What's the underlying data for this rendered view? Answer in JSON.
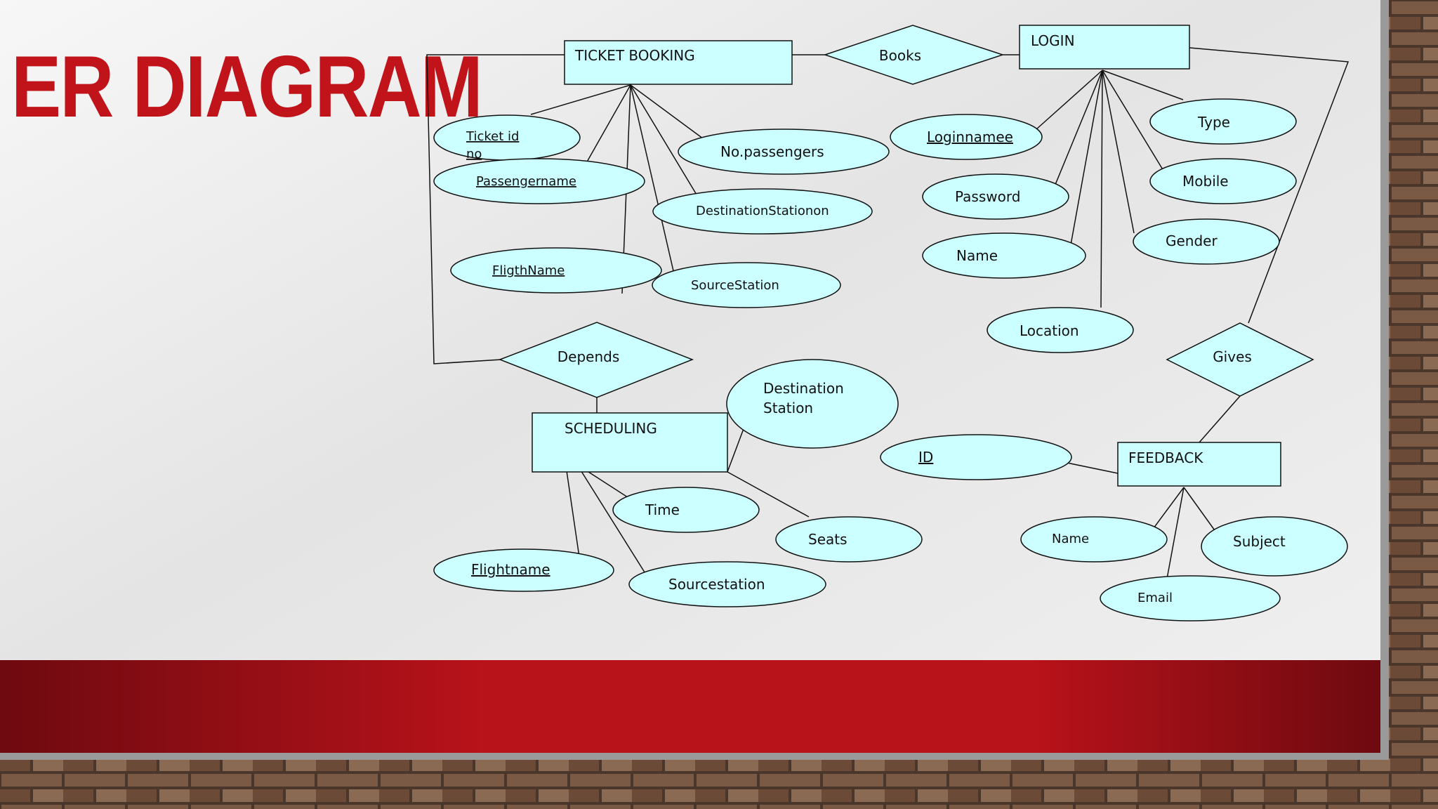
{
  "slide": {
    "title": "ER DIAGRAM"
  },
  "colors": {
    "title": "#c0131a",
    "shape_fill": "#ccffff",
    "band_dark": "#6e0a10",
    "band_mid": "#bf1218"
  },
  "entities": {
    "ticket_booking": "TICKET BOOKING",
    "login": "LOGIN",
    "scheduling": "SCHEDULING",
    "feedback": "FEEDBACK"
  },
  "relationships": {
    "books": "Books",
    "depends": "Depends",
    "gives": "Gives"
  },
  "attributes": {
    "ticket_booking": {
      "ticket_id_line1": "Ticket id",
      "ticket_id_line2": "no",
      "passengername": "Passengername",
      "no_passengers": "No.passengers",
      "destination_station": "DestinationStationon",
      "fligth_name": "FligthName",
      "source_station": "SourceStation"
    },
    "login": {
      "loginname": "Loginnamee",
      "password": "Password",
      "name": "Name",
      "location": "Location",
      "type": "Type",
      "mobile": "Mobile",
      "gender": "Gender"
    },
    "scheduling": {
      "destination_line1": "Destination",
      "destination_line2": "Station",
      "time": "Time",
      "seats": "Seats",
      "flightname": "Flightname",
      "sourcestation": "Sourcestation"
    },
    "feedback": {
      "id": "ID",
      "name": "Name",
      "subject": "Subject",
      "email": "Email"
    }
  }
}
